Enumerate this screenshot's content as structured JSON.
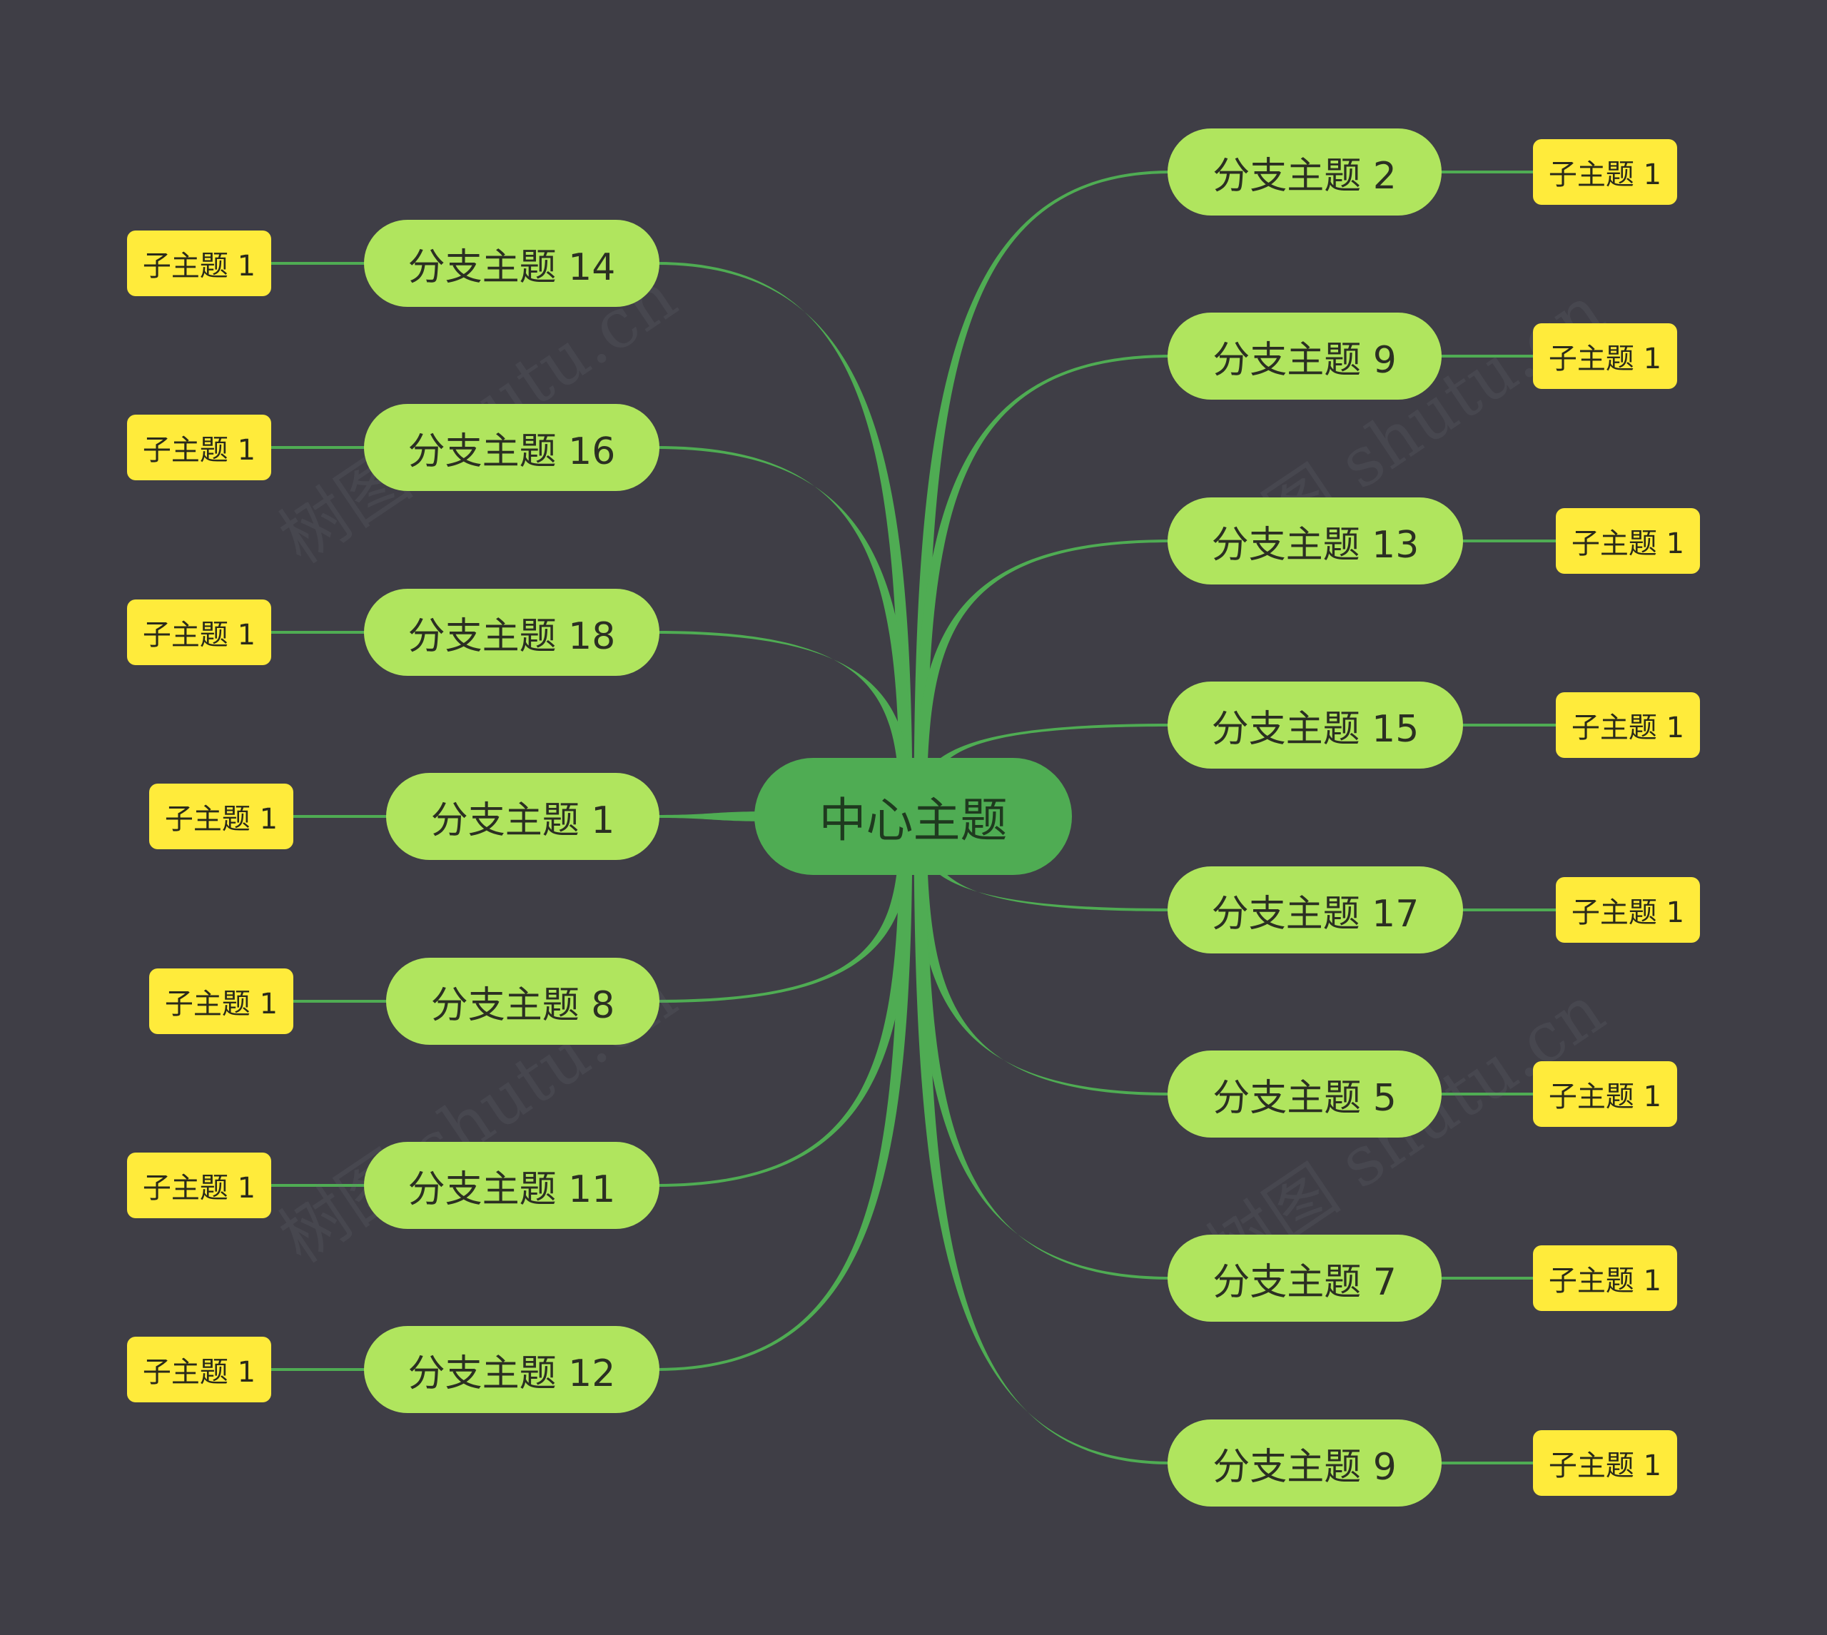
{
  "colors": {
    "background": "#3f3e46",
    "connector": "#4fac53",
    "center_fill": "#4fac53",
    "branch_fill": "#b0e55e",
    "sub_fill": "#ffeb3b"
  },
  "center": {
    "label": "中心主题"
  },
  "right_branches": [
    {
      "label": "分支主题 2",
      "sub": "子主题 1"
    },
    {
      "label": "分支主题 9",
      "sub": "子主题 1"
    },
    {
      "label": "分支主题 13",
      "sub": "子主题 1"
    },
    {
      "label": "分支主题 15",
      "sub": "子主题 1"
    },
    {
      "label": "分支主题 17",
      "sub": "子主题 1"
    },
    {
      "label": "分支主题 5",
      "sub": "子主题 1"
    },
    {
      "label": "分支主题 7",
      "sub": "子主题 1"
    },
    {
      "label": "分支主题 9",
      "sub": "子主题 1"
    }
  ],
  "left_branches": [
    {
      "label": "分支主题 14",
      "sub": "子主题 1"
    },
    {
      "label": "分支主题 16",
      "sub": "子主题 1"
    },
    {
      "label": "分支主题 18",
      "sub": "子主题 1"
    },
    {
      "label": "分支主题 1",
      "sub": "子主题 1"
    },
    {
      "label": "分支主题 8",
      "sub": "子主题 1"
    },
    {
      "label": "分支主题 11",
      "sub": "子主题 1"
    },
    {
      "label": "分支主题 12",
      "sub": "子主题 1"
    }
  ],
  "watermark": "树图 shutu.cn"
}
